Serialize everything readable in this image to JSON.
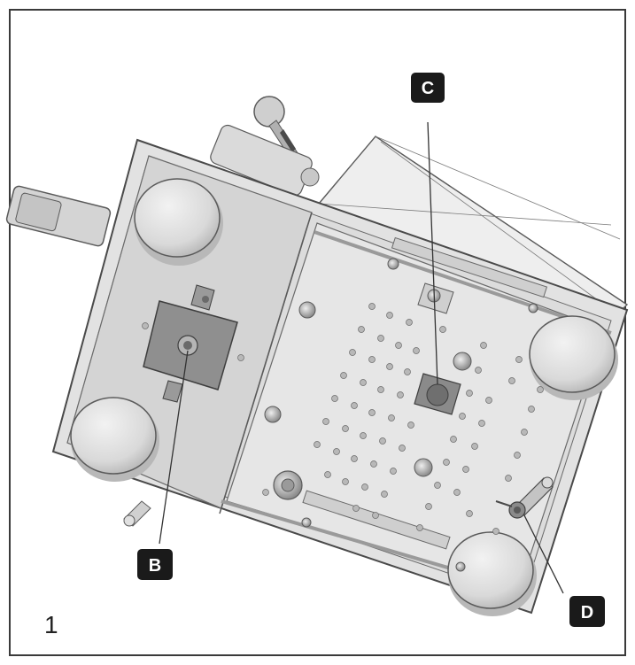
{
  "figure": {
    "number": "1"
  },
  "callouts": [
    {
      "id": "callout-c",
      "label": "C",
      "target": "center-sensor"
    },
    {
      "id": "callout-b",
      "label": "B",
      "target": "left-clamp-bracket"
    },
    {
      "id": "callout-d",
      "label": "D",
      "target": "right-valve-fitting"
    }
  ],
  "colors": {
    "frame": "#3a3a3a",
    "plate_light": "#e4e4e4",
    "plate_mid": "#d6d6d6",
    "plate_dark": "#bdbdbd",
    "component": "#8f8f8f",
    "callout_box": "#1a1a1a",
    "callout_text": "#ffffff",
    "outline": "#5a5a5a"
  }
}
